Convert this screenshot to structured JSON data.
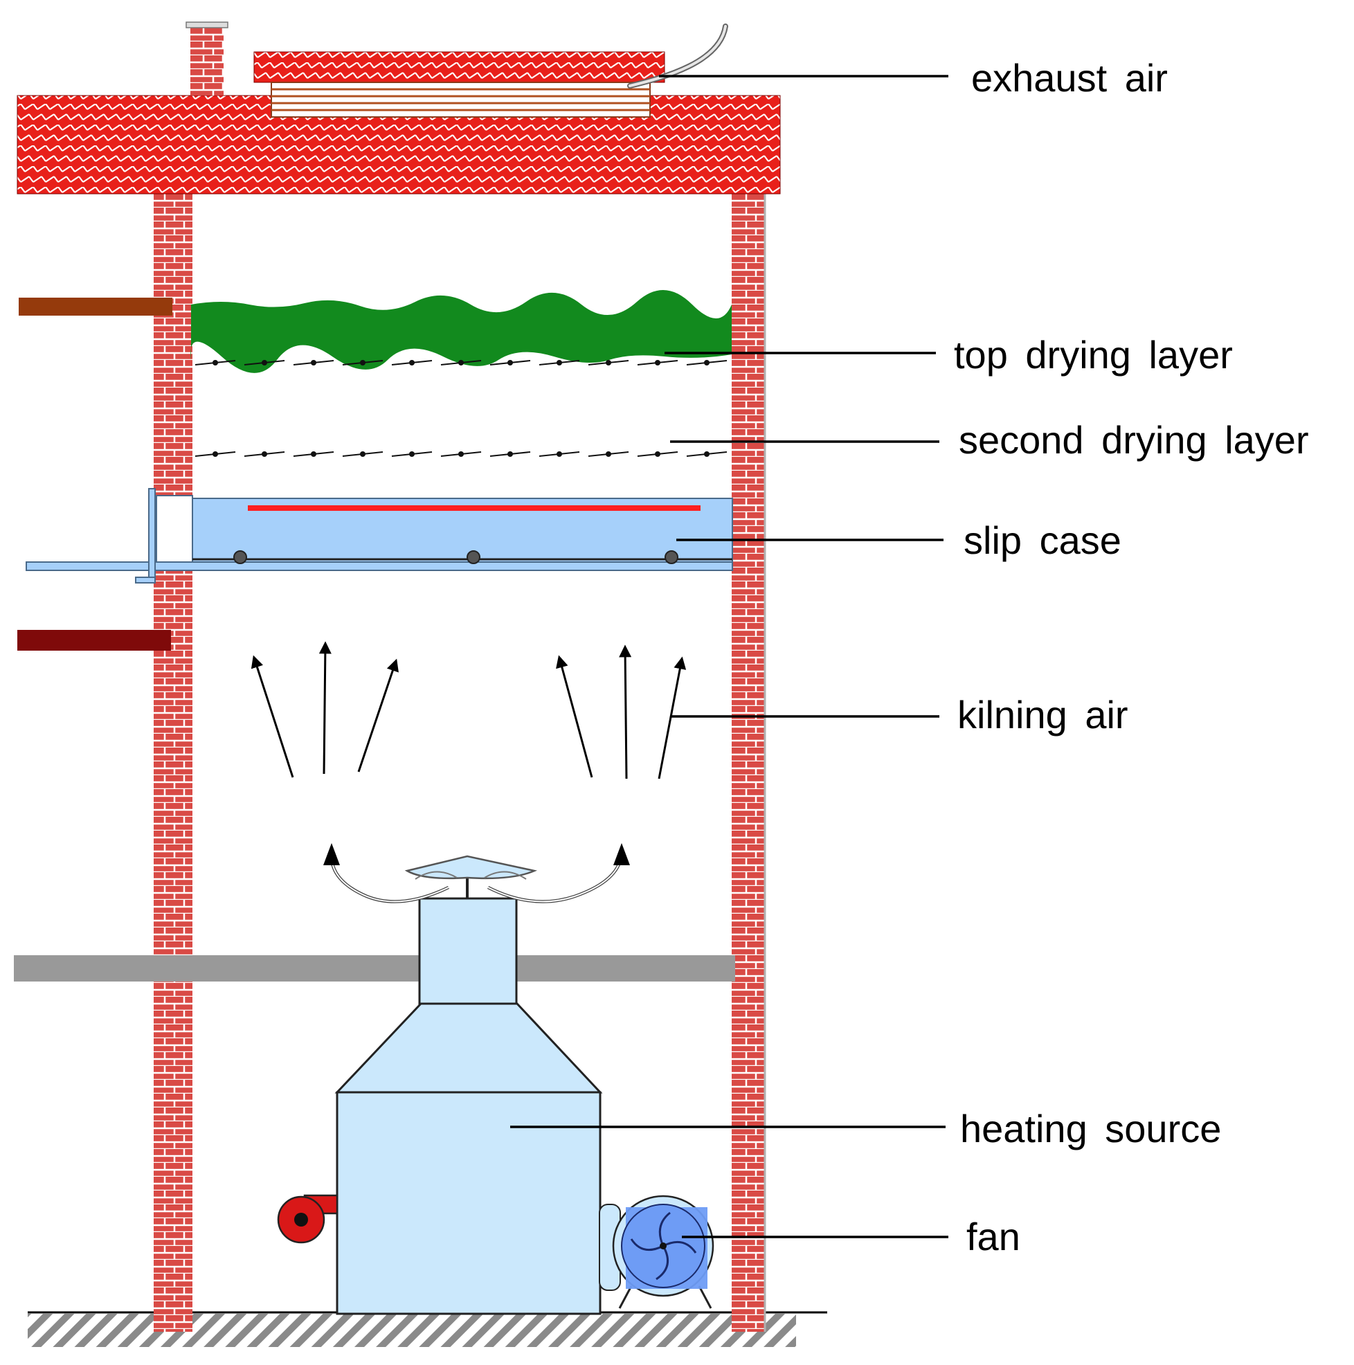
{
  "labels": {
    "exhaust_air": "exhaust air",
    "top_drying_layer": "top drying layer",
    "second_drying_layer": "second drying layer",
    "slip_case": "slip case",
    "kilning_air": "kilning air",
    "heating_source": "heating source",
    "fan": "fan"
  },
  "colors": {
    "roof_brick": "#e8201a",
    "wall_brick": "#d94a45",
    "mortar": "#ffffff",
    "green_layer": "#128a1e",
    "slip_case_fill": "#a6d0fa",
    "slip_case_heater": "#ff2020",
    "heater_body": "#cbe8fc",
    "fan_blue": "#6e9cf5",
    "floor_beam": "#999999",
    "brown_bar": "#953a0c",
    "dark_red_bar": "#7f0a0a",
    "burner_red": "#d91818"
  },
  "icons": {
    "fan": "fan-icon",
    "burner": "burner-icon",
    "kilning_arrows": "arrow-up-icon"
  }
}
